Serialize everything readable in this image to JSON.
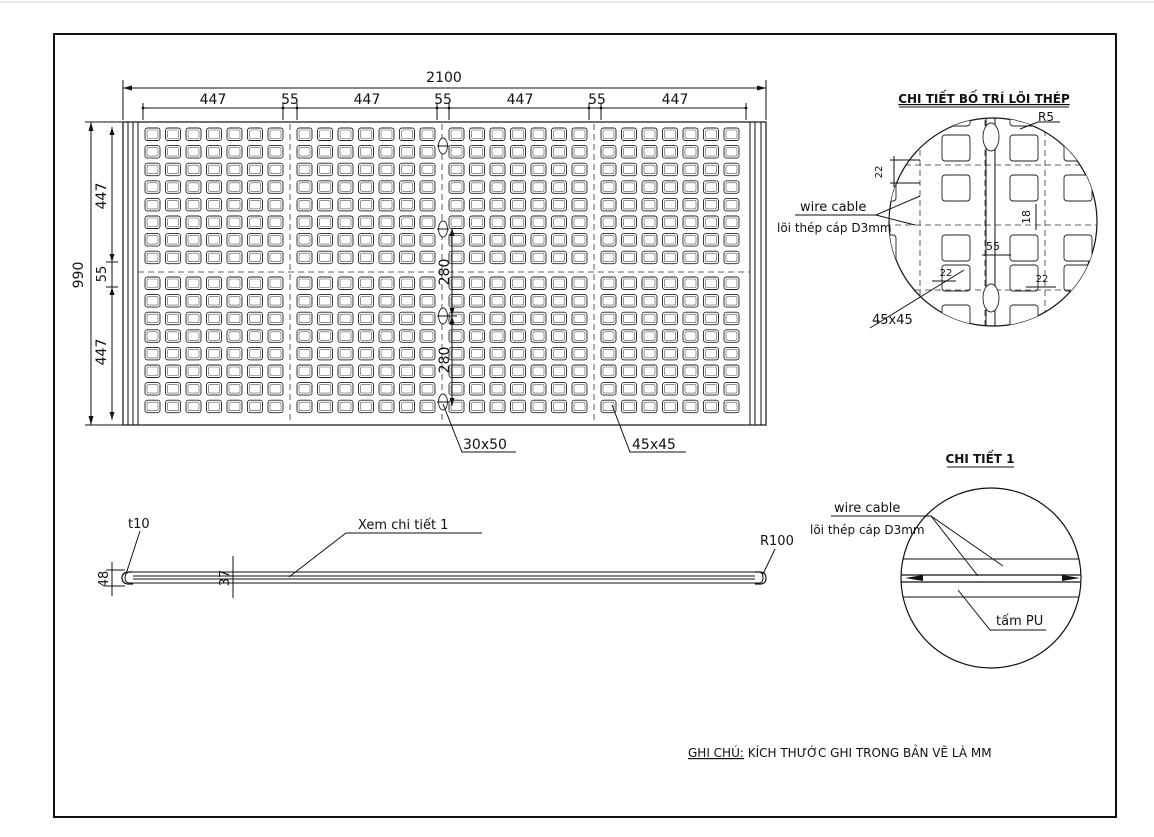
{
  "plan_view": {
    "overall_length": "2100",
    "segment_widths": [
      "447",
      "55",
      "447",
      "55",
      "447",
      "55",
      "447"
    ],
    "overall_width": "990",
    "side_segments": [
      "447",
      "55",
      "447"
    ],
    "hole_spacing": [
      "280",
      "280"
    ],
    "slot_label": "30x50",
    "opening_label": "45x45"
  },
  "detail_core": {
    "title": "CHI TIẾT BỐ TRÍ LÕI THÉP",
    "radius": "R5",
    "dim_22_top": "22",
    "dim_18": "18",
    "dim_55": "55",
    "dim_22_left": "22",
    "dim_22_right": "22",
    "wire_label": "wire cable",
    "core_label": "lõi thép cáp D3mm",
    "opening_label": "45x45"
  },
  "section_view": {
    "thickness_label": "t10",
    "height_48": "48",
    "height_37": "37",
    "radius_label": "R100",
    "ref_label": "Xem chi tiết 1"
  },
  "detail_1": {
    "title": "CHI TIẾT 1",
    "wire_label": "wire cable",
    "core_label": "lõi thép cáp D3mm",
    "pu_label": "tấm PU"
  },
  "note": {
    "prefix": "GHI CHÚ:",
    "text": " KÍCH THƯỚC GHI TRONG BẢN VẼ LÀ MM"
  }
}
